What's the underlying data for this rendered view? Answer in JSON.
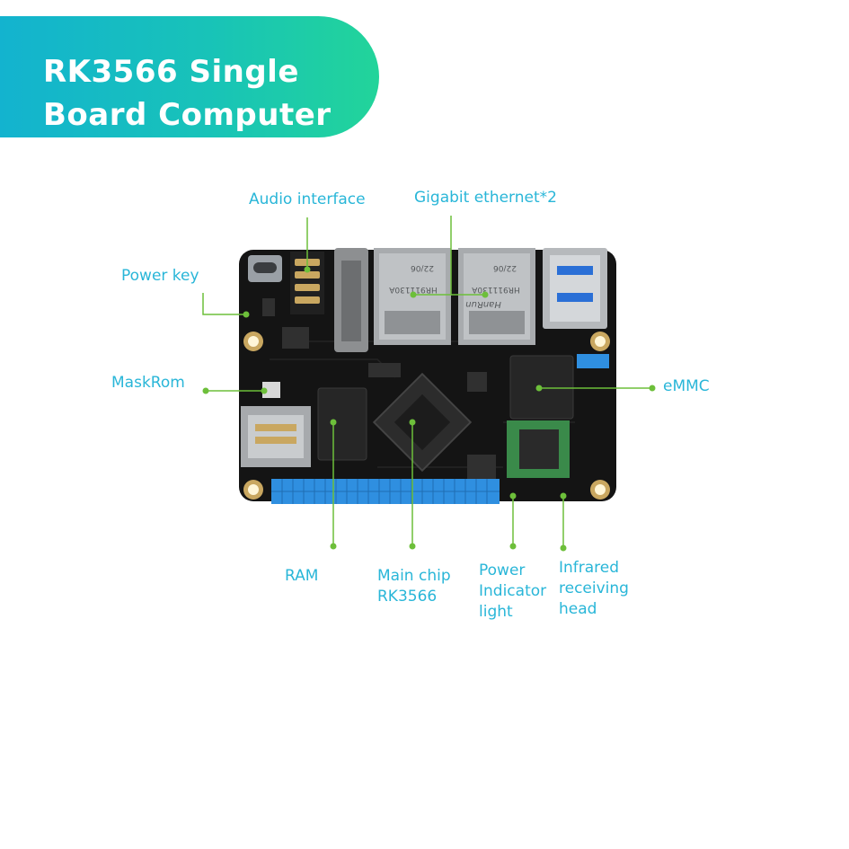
{
  "banner": {
    "title": "RK3566 Single\nBoard Computer"
  },
  "labels": {
    "audio_interface": "Audio interface",
    "gigabit_ethernet": "Gigabit ethernet*2",
    "power_key": "Power key",
    "maskrom": "MaskRom",
    "emmc": "eMMC",
    "ram": "RAM",
    "main_chip": "Main chip\nRK3566",
    "power_indicator": "Power\nIndicator\nlight",
    "infrared": "Infrared\n receiving\nhead"
  },
  "board_markings": {
    "eth_date_left": "22/06",
    "eth_date_right": "22/06",
    "eth_part_left": "HR911130A",
    "eth_part_right": "HR911130A",
    "eth_brand_right": "HanRun"
  },
  "colors": {
    "banner_start": "#13b3cf",
    "banner_end": "#22d49a",
    "label_text": "#29b6d8",
    "leader_line": "#6dbf3a",
    "pcb": "#141414",
    "gpio_header": "#2f8fe0"
  }
}
